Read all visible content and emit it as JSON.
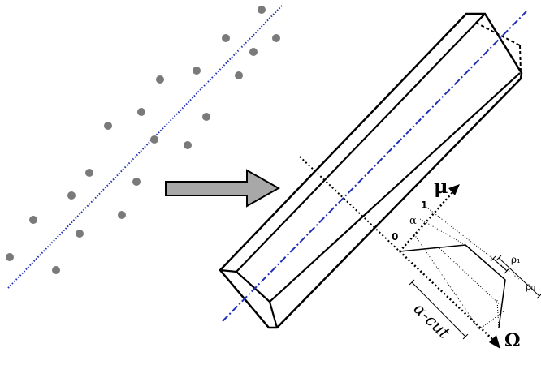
{
  "labels": {
    "mu": "μ",
    "omega": "Ω",
    "one": "1",
    "alpha": "α",
    "zero": "0",
    "rho1": "ρ₁",
    "rho0": "ρ₀",
    "alpha_cut": "α-cut"
  },
  "colors": {
    "ink": "#000000",
    "axis_blue": "#1f2fb8",
    "point_gray": "#7a7a7a",
    "arrow_fill": "#a8a8a8"
  }
}
